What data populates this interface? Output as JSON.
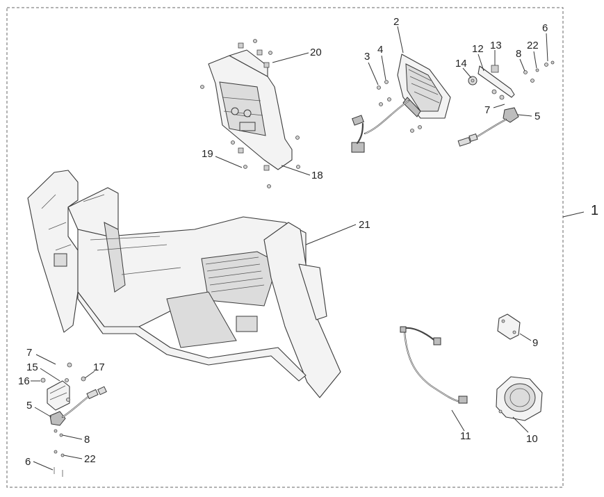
{
  "diagram": {
    "assembly_callout": "1",
    "callouts": [
      {
        "id": "c2",
        "label": "2"
      },
      {
        "id": "c3",
        "label": "3"
      },
      {
        "id": "c4",
        "label": "4"
      },
      {
        "id": "c5a",
        "label": "5"
      },
      {
        "id": "c6a",
        "label": "6"
      },
      {
        "id": "c7a",
        "label": "7"
      },
      {
        "id": "c8a",
        "label": "8"
      },
      {
        "id": "c9",
        "label": "9"
      },
      {
        "id": "c10",
        "label": "10"
      },
      {
        "id": "c11",
        "label": "11"
      },
      {
        "id": "c12",
        "label": "12"
      },
      {
        "id": "c13",
        "label": "13"
      },
      {
        "id": "c14",
        "label": "14"
      },
      {
        "id": "c15",
        "label": "15"
      },
      {
        "id": "c16",
        "label": "16"
      },
      {
        "id": "c17",
        "label": "17"
      },
      {
        "id": "c18",
        "label": "18"
      },
      {
        "id": "c19",
        "label": "19"
      },
      {
        "id": "c20",
        "label": "20"
      },
      {
        "id": "c21",
        "label": "21"
      },
      {
        "id": "c22a",
        "label": "22"
      },
      {
        "id": "c7b",
        "label": "7"
      },
      {
        "id": "c5b",
        "label": "5"
      },
      {
        "id": "c8b",
        "label": "8"
      },
      {
        "id": "c22b",
        "label": "22"
      },
      {
        "id": "c6b",
        "label": "6"
      }
    ]
  }
}
